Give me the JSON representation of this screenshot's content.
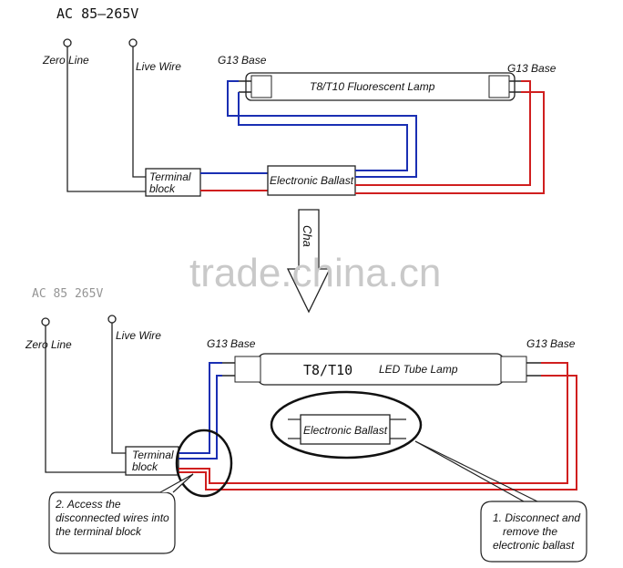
{
  "colors": {
    "line": "#222222",
    "blue_wire": "#1a2fb3",
    "red_wire": "#d01f1f",
    "watermark": "#c9c9c9"
  },
  "top": {
    "voltage": "AC 85–265V",
    "zero_line": "Zero Line",
    "live_wire": "Live Wire",
    "g13_left": "G13 Base",
    "g13_right": "G13 Base",
    "lamp": "T8/T10 Fluorescent Lamp",
    "terminal_line1": "Terminal",
    "terminal_line2": "block",
    "ballast": "Electronic Ballast"
  },
  "arrow_text": "Cha",
  "watermark": "trade.china.cn",
  "bottom": {
    "voltage_partial": "AC 85 265V",
    "zero_line": "Zero Line",
    "live_wire": "Live Wire",
    "g13_left": "G13 Base",
    "g13_right": "G13 Base",
    "lamp_prefix": "T8/T10",
    "lamp_suffix": "LED Tube Lamp",
    "terminal_line1": "Terminal",
    "terminal_line2": "block",
    "ballast": "Electronic Ballast",
    "note_left": [
      "2. Access the",
      "disconnected wires into",
      "the terminal block"
    ],
    "note_right": [
      "1. Disconnect and",
      "remove the",
      "electronic ballast"
    ]
  }
}
